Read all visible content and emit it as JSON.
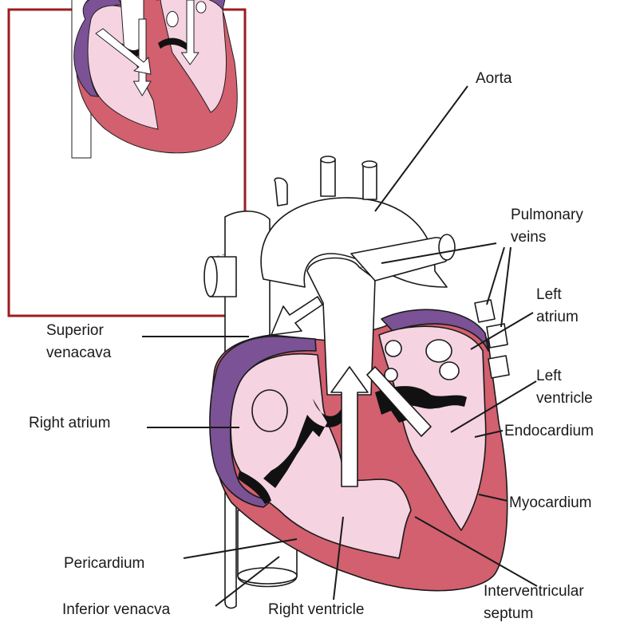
{
  "colors": {
    "inset_border": "#9b1c1f",
    "chamber_pink": "#f6d3e1",
    "myocardium": "#d2606f",
    "pericardium_purple": "#7b5295",
    "valve_black": "#111111",
    "line": "#1a1a1a"
  },
  "labels": {
    "aorta": "Aorta",
    "pulmonary_veins_1": "Pulmonary",
    "pulmonary_veins_2": "veins",
    "left_atrium_1": "Left",
    "left_atrium_2": "atrium",
    "left_ventricle_1": "Left",
    "left_ventricle_2": "ventricle",
    "endocardium": "Endocardium",
    "myocardium": "Myocardium",
    "superior_vc_1": "Superior",
    "superior_vc_2": "venacava",
    "right_atrium": "Right atrium",
    "pericardium": "Pericardium",
    "inferior_vc": "Inferior venacva",
    "right_ventricle": "Right ventricle",
    "septum_1": "Interventricular",
    "septum_2": "septum"
  }
}
